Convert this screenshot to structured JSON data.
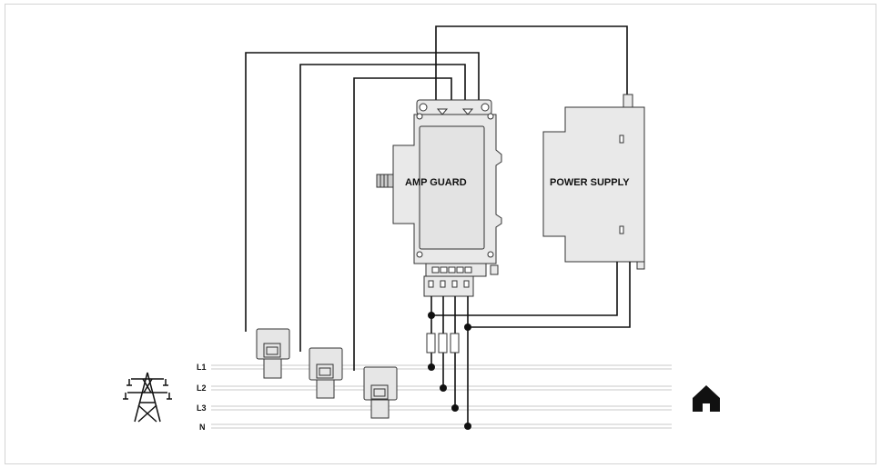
{
  "devices": {
    "amp_guard": "AMP GUARD",
    "power_supply": "POWER SUPPLY"
  },
  "lines": {
    "l1": "L1",
    "l2": "L2",
    "l3": "L3",
    "n": "N"
  },
  "icons": {
    "left": "power-pylon-icon",
    "right": "house-icon"
  },
  "colors": {
    "wire": "#111111",
    "bus": "#c9c9c9",
    "device_fill": "#e9e9e9"
  }
}
